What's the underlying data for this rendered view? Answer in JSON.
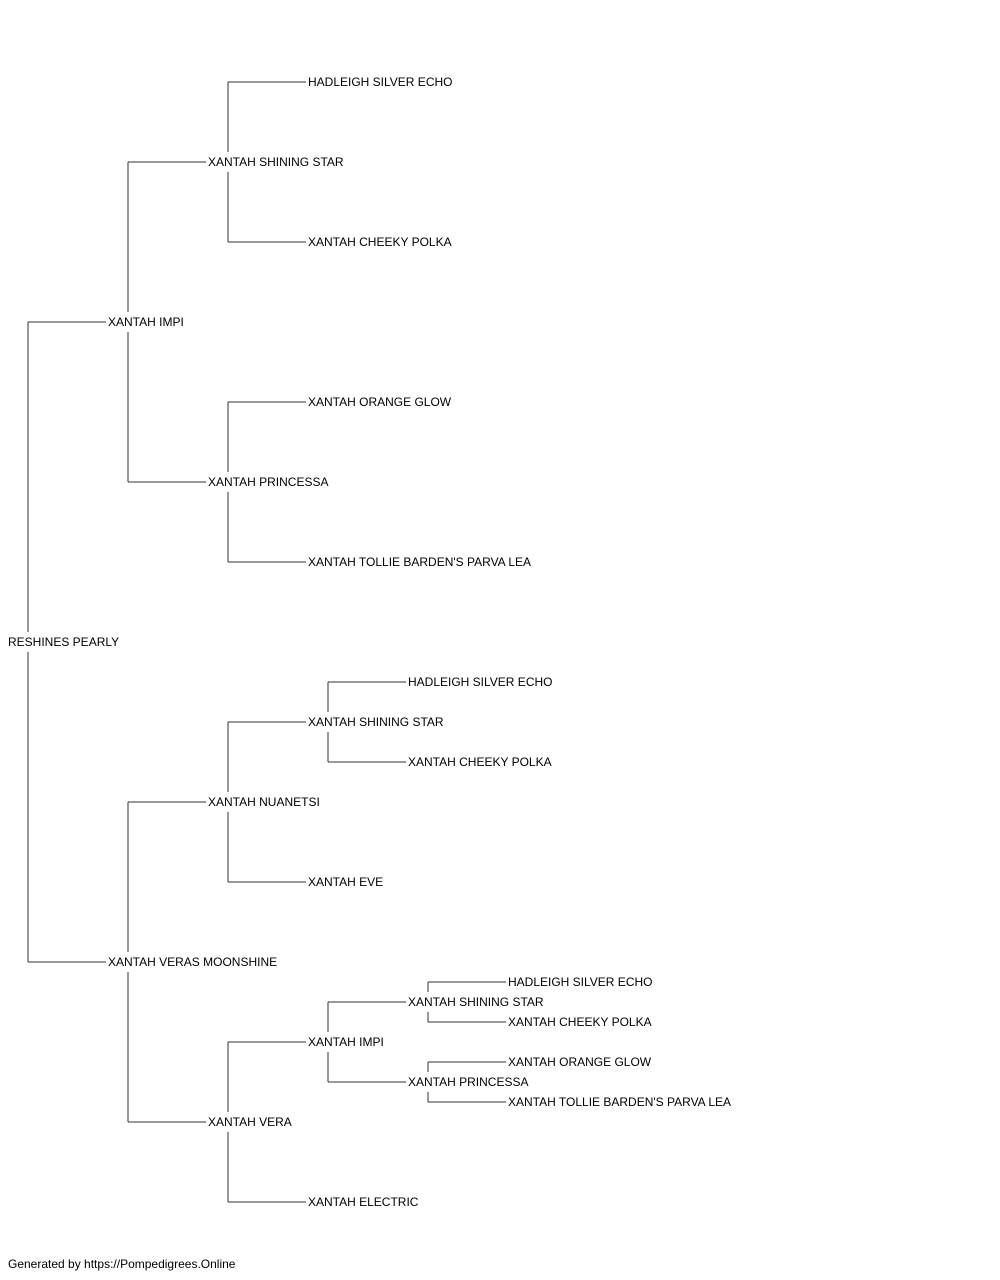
{
  "colors": {
    "line": "#333333",
    "text": "#000000",
    "background": "#ffffff"
  },
  "pedigree": {
    "name": "RESHINES PEARLY",
    "sire": {
      "name": "XANTAH IMPI",
      "sire": {
        "name": "XANTAH SHINING STAR",
        "sire": {
          "name": "HADLEIGH SILVER ECHO"
        },
        "dam": {
          "name": "XANTAH CHEEKY POLKA"
        }
      },
      "dam": {
        "name": "XANTAH PRINCESSA",
        "sire": {
          "name": "XANTAH ORANGE GLOW"
        },
        "dam": {
          "name": "XANTAH TOLLIE BARDEN'S PARVA LEA"
        }
      }
    },
    "dam": {
      "name": "XANTAH VERAS MOONSHINE",
      "sire": {
        "name": "XANTAH NUANETSI",
        "sire": {
          "name": "XANTAH SHINING STAR",
          "sire": {
            "name": "HADLEIGH SILVER ECHO"
          },
          "dam": {
            "name": "XANTAH CHEEKY POLKA"
          }
        },
        "dam": {
          "name": "XANTAH EVE"
        }
      },
      "dam": {
        "name": "XANTAH VERA",
        "sire": {
          "name": "XANTAH IMPI",
          "sire": {
            "name": "XANTAH SHINING STAR",
            "sire": {
              "name": "HADLEIGH SILVER ECHO"
            },
            "dam": {
              "name": "XANTAH CHEEKY POLKA"
            }
          },
          "dam": {
            "name": "XANTAH PRINCESSA",
            "sire": {
              "name": "XANTAH ORANGE GLOW"
            },
            "dam": {
              "name": "XANTAH TOLLIE BARDEN'S PARVA LEA"
            }
          }
        },
        "dam": {
          "name": "XANTAH ELECTRIC"
        }
      }
    }
  },
  "footer": {
    "text": "Generated by https://Pompedigrees.Online"
  }
}
